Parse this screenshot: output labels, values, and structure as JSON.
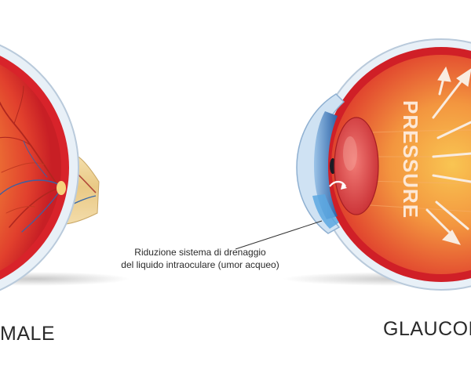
{
  "labels": {
    "normal": "MALE",
    "glaucoma": "GLAUCOM",
    "pressure": "PRESSURE"
  },
  "callout": {
    "line1": "Riduzione sistema di drenaggio",
    "line2": "del liquido intraoculare (umor acqueo)"
  },
  "colors": {
    "sclera": "#eaf1f8",
    "retina_outer": "#d8232a",
    "retina_inner": "#f6c04a",
    "optic_nerve": "#efd39a",
    "cornea": "#bcd6ee",
    "iris": "#3c74b8",
    "lens": "#e0524f",
    "arrow": "#f9ece0"
  }
}
